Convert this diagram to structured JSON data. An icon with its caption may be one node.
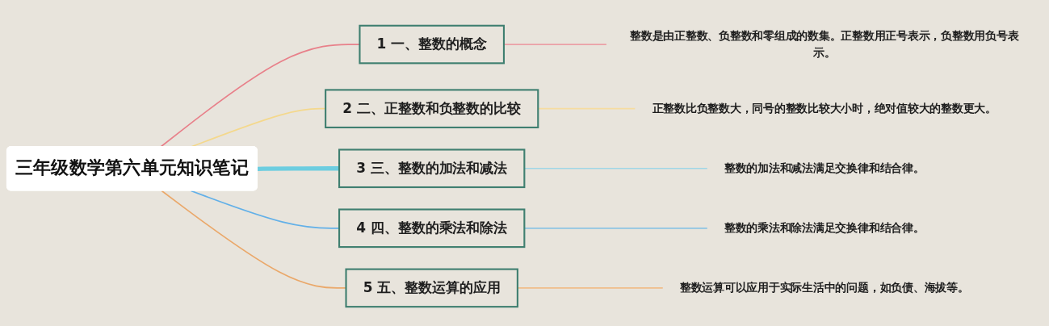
{
  "diagram": {
    "nodes": [
      {
        "text": [
          "三年级数学第六单元知识笔记"
        ]
      },
      {
        "text": [
          "1",
          "一、整数的概念"
        ]
      },
      {
        "text": [
          "整数是由正整数、负整数和零组成的数集。正整数用正号表示，负整数用负号表示。"
        ]
      },
      {
        "text": [
          "2",
          "二、正整数和负整数的比较"
        ]
      },
      {
        "text": [
          "正整数比负整数大，同号的整数比较大小时，绝对值较大的整数更大。"
        ]
      },
      {
        "text": [
          "3",
          "三、整数的加法和减法"
        ]
      },
      {
        "text": [
          "整数的加法和减法满足交换律和结合律。"
        ]
      },
      {
        "text": [
          "4",
          "四、整数的乘法和除法"
        ]
      },
      {
        "text": [
          "整数的乘法和除法满足交换律和结合律。"
        ]
      },
      {
        "text": [
          "5",
          "五、整数运算的应用"
        ]
      },
      {
        "text": [
          "整数运算可以应用于实际生活中的问题，如负债、海拔等。"
        ]
      }
    ],
    "edges": [
      {
        "from": 0,
        "to": 1,
        "arrow": "none",
        "color": "#e8808a"
      },
      {
        "from": 1,
        "to": 2,
        "arrow": "none",
        "color": "#eba0a6"
      },
      {
        "from": 0,
        "to": 3,
        "arrow": "none",
        "color": "#f4d88c"
      },
      {
        "from": 3,
        "to": 4,
        "arrow": "none",
        "color": "#f6dca0"
      },
      {
        "from": 0,
        "to": 5,
        "arrow": "none",
        "style": "thick",
        "color": "#6ccde0"
      },
      {
        "from": 5,
        "to": 6,
        "arrow": "none",
        "color": "#9fd6e6"
      },
      {
        "from": 0,
        "to": 7,
        "arrow": "none",
        "color": "#62b0e8"
      },
      {
        "from": 7,
        "to": 8,
        "arrow": "none",
        "color": "#8cc4e4"
      },
      {
        "from": 0,
        "to": 9,
        "arrow": "none",
        "color": "#eaa86a"
      },
      {
        "from": 9,
        "to": 10,
        "arrow": "none",
        "color": "#f0bd8a"
      }
    ]
  }
}
